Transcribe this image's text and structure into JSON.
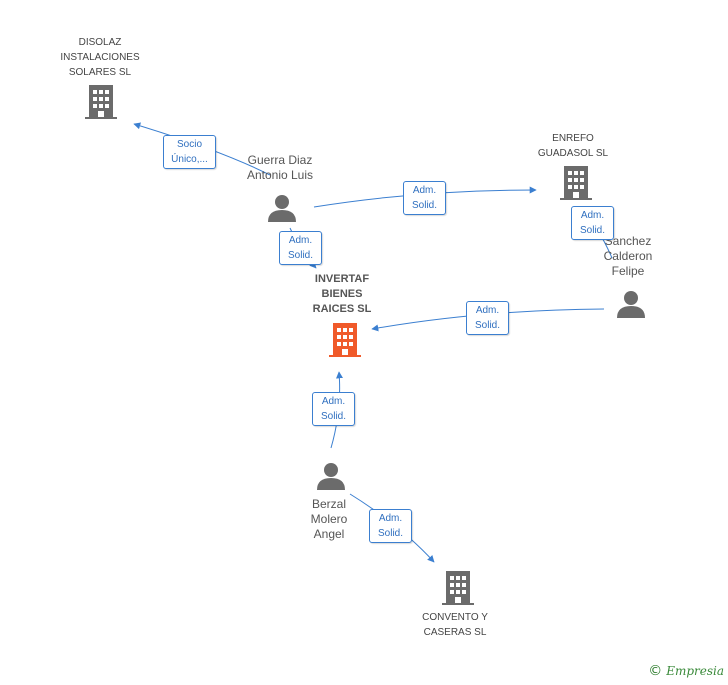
{
  "colors": {
    "edge": "#3b7fd0",
    "company": "#6b6b6b",
    "focus": "#f05a2a",
    "person": "#6b6b6b"
  },
  "nodes": {
    "disolaz": {
      "label": "DISOLAZ\nINSTALACIONES\nSOLARES SL",
      "kind": "company"
    },
    "enrefo": {
      "label": "ENREFO\nGUADASOL SL",
      "kind": "company"
    },
    "invertaf": {
      "label": "INVERTAF\nBIENES\nRAICES SL",
      "kind": "focus"
    },
    "convento": {
      "label": "CONVENTO Y\nCASERAS SL",
      "kind": "company"
    },
    "guerra": {
      "label": "Guerra Diaz\nAntonio Luis",
      "kind": "person"
    },
    "sanchez": {
      "label": "Sanchez\nCalderon\nFelipe",
      "kind": "person"
    },
    "berzal": {
      "label": "Berzal\nMolero\nAngel",
      "kind": "person"
    }
  },
  "edges": {
    "guerra_disolaz": "Socio\nÚnico,...",
    "guerra_enrefo": "Adm.\nSolid.",
    "sanchez_enrefo": "Adm.\nSolid.",
    "guerra_invertaf": "Adm.\nSolid.",
    "sanchez_invertaf": "Adm.\nSolid.",
    "berzal_invertaf": "Adm.\nSolid.",
    "berzal_convento": "Adm.\nSolid."
  },
  "brand": {
    "copyright": "©",
    "name": "Empresia"
  }
}
